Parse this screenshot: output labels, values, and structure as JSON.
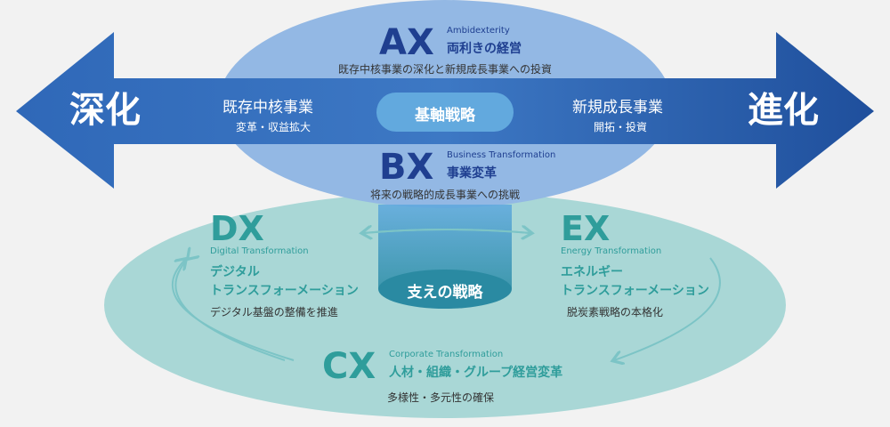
{
  "colors": {
    "background": "#f2f2f2",
    "top_ellipse": "#8fb4e2",
    "bottom_ellipse": "#a8d6d6",
    "arrow": "#2f64b4",
    "navy_text": "#1d3f8e",
    "teal_text": "#2b9a98",
    "center_pill": "#5fa7dc",
    "cylinder": "#2e8ca6"
  },
  "arrow": {
    "left_label": "深化",
    "right_label": "進化"
  },
  "left_side": {
    "title": "既存中核事業",
    "subtitle": "変革・収益拡大"
  },
  "right_side": {
    "title": "新規成長事業",
    "subtitle": "開拓・投資"
  },
  "center_pill": "基軸戦略",
  "ax": {
    "code": "AX",
    "en": "Ambidexterity",
    "jp": "両利きの経営",
    "desc": "既存中核事業の深化と新規成長事業への投資"
  },
  "bx": {
    "code": "BX",
    "en": "Business Transformation",
    "jp": "事業変革",
    "desc": "将来の戦略的成長事業への挑戦"
  },
  "support_label": "支えの戦略",
  "dx": {
    "code": "DX",
    "en": "Digital Transformation",
    "jp1": "デジタル",
    "jp2": "トランスフォーメーション",
    "desc": "デジタル基盤の整備を推進"
  },
  "ex": {
    "code": "EX",
    "en": "Energy Transformation",
    "jp1": "エネルギー",
    "jp2": "トランスフォーメーション",
    "desc": "脱炭素戦略の本格化"
  },
  "cx": {
    "code": "CX",
    "en": "Corporate Transformation",
    "jp": "人材・組織・グループ経営変革",
    "desc": "多様性・多元性の確保"
  }
}
